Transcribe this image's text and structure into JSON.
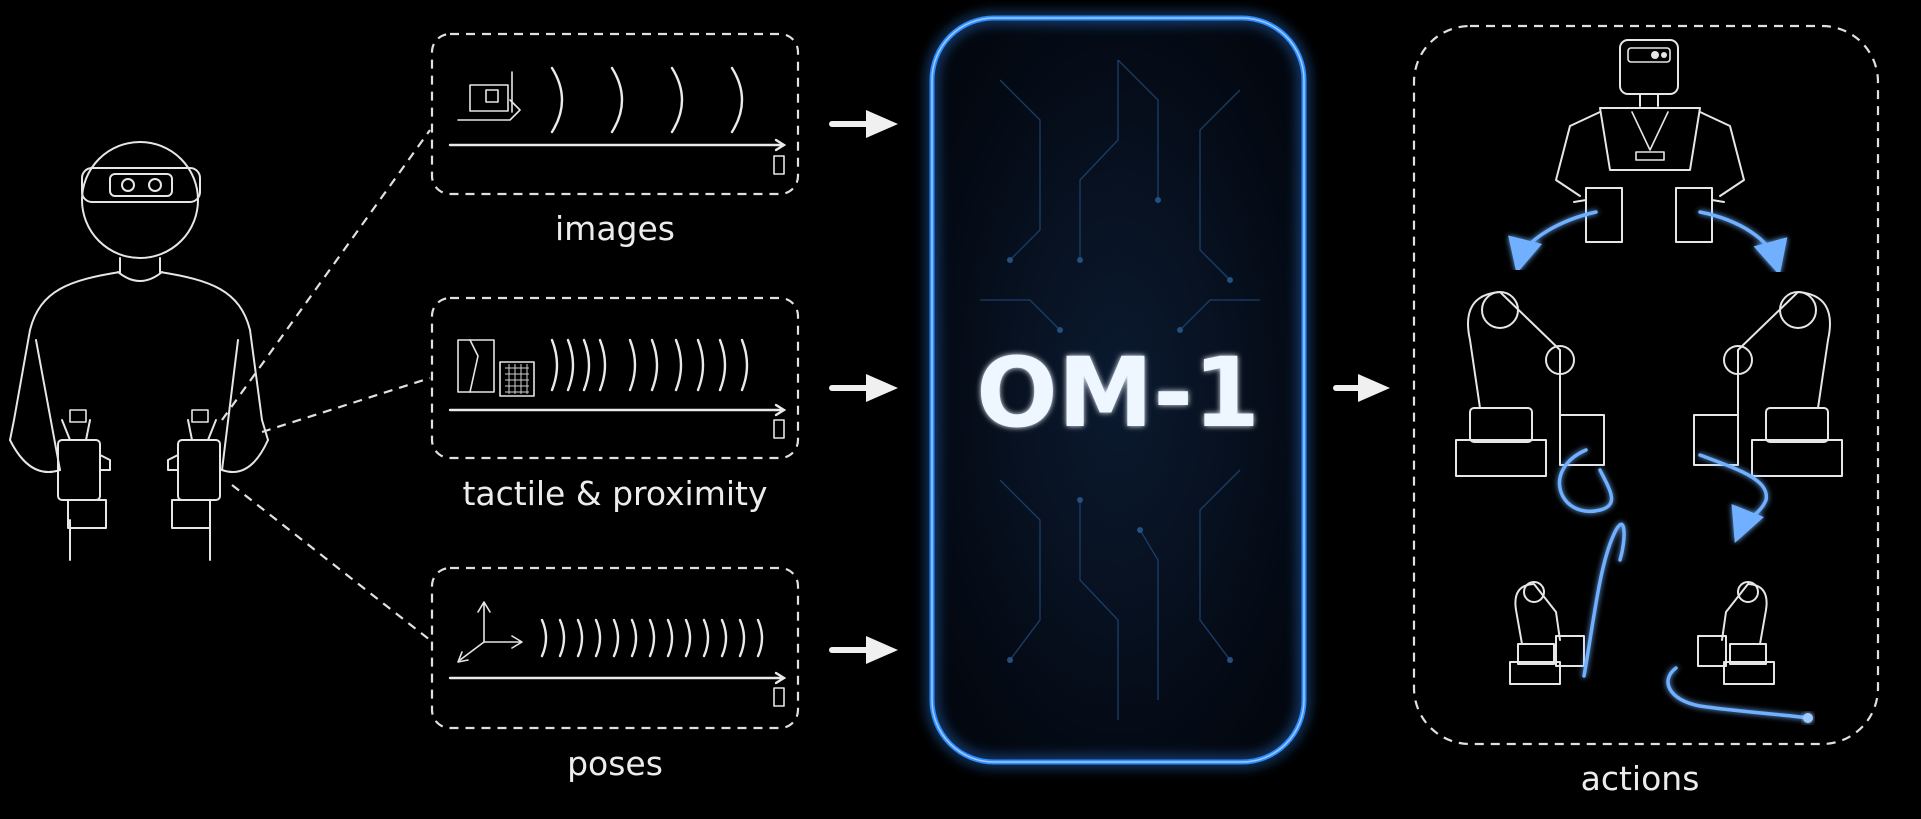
{
  "model": {
    "name": "OM-1"
  },
  "inputs": [
    {
      "label": "images"
    },
    {
      "label": "tactile & proximity"
    },
    {
      "label": "poses"
    }
  ],
  "output": {
    "label": "actions"
  },
  "colors": {
    "background": "#000000",
    "glow": "#2f8cff",
    "trajectory": "#6fb0ff"
  },
  "icons": [
    "camera-rig-icon",
    "tactile-grid-icon",
    "axes-icon",
    "arrow-right-icon",
    "humanoid-robot-icon",
    "robot-arm-icon"
  ]
}
